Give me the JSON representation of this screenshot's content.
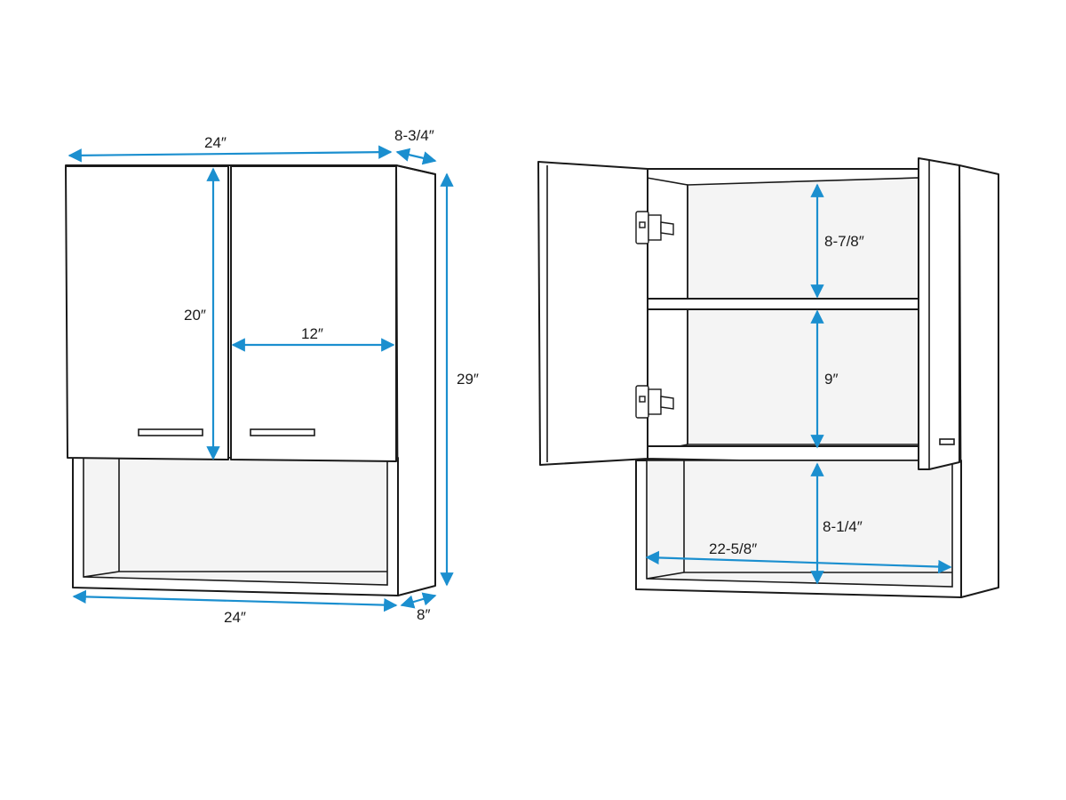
{
  "colors": {
    "line": "#1a1a1a",
    "dimension": "#1b8fcf",
    "background": "#ffffff"
  },
  "closed_view": {
    "dims": {
      "top_width": "24″",
      "top_depth": "8-3/4″",
      "door_height": "20″",
      "door_width": "12″",
      "overall_height": "29″",
      "bottom_width": "24″",
      "bottom_depth": "8″"
    }
  },
  "open_view": {
    "dims": {
      "upper_shelf_height": "8-7/8″",
      "middle_shelf_height": "9″",
      "open_shelf_height": "8-1/4″",
      "interior_width": "22-5/8″"
    }
  }
}
